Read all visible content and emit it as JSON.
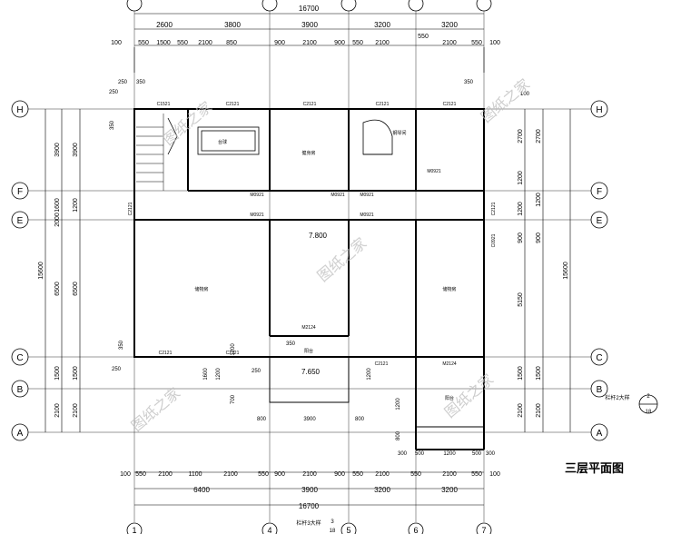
{
  "drawing": {
    "title": "三层平面图",
    "watermark": "图纸之家",
    "top_total": "16700",
    "bottom_total": "16700",
    "top_row1": [
      "2600",
      "3800",
      "3900",
      "3200",
      "3200"
    ],
    "top_row2": [
      "100",
      "550",
      "1500",
      "550",
      "2100",
      "850",
      "900",
      "2100",
      "900",
      "550",
      "2100",
      "550",
      "2100",
      "550",
      "100"
    ],
    "bottom_row1": [
      "100",
      "550",
      "2100",
      "1100",
      "2100",
      "550",
      "900",
      "2100",
      "900",
      "550",
      "2100",
      "550",
      "2100",
      "550",
      "100"
    ],
    "bottom_row2": [
      "6400",
      "3900",
      "3200",
      "3200"
    ],
    "left_outer": "15600",
    "left_mid": [
      "3900",
      "1600",
      "2000",
      "6500",
      "1500",
      "2100"
    ],
    "left_inner": [
      "3900",
      "1200",
      "6500",
      "1500",
      "2100"
    ],
    "right_outer": "15600",
    "right_mid": [
      "2700",
      "1200",
      "1200",
      "900",
      "5150",
      "1500",
      "2100"
    ],
    "right_inner": [
      "2700",
      "1200",
      "900",
      "1500",
      "2100"
    ],
    "small_dims": [
      "250",
      "350",
      "250",
      "350",
      "350",
      "100",
      "350",
      "250",
      "1200",
      "1600",
      "1200",
      "700",
      "350",
      "250",
      "1200",
      "800",
      "3900",
      "800",
      "300",
      "500",
      "1200",
      "500",
      "300",
      "800",
      "1200"
    ],
    "grid_rows": [
      "H",
      "F",
      "E",
      "C",
      "B",
      "A"
    ],
    "grid_cols": [
      "1",
      "4",
      "5",
      "6",
      "7"
    ],
    "rooms": [
      "台球",
      "健身房",
      "钢琴间",
      "储物房",
      "储物房",
      "阳台",
      "阳台"
    ],
    "levels": [
      "7.800",
      "7.650"
    ],
    "doors": [
      "M0921",
      "M0921",
      "M0921",
      "M0921",
      "M0921",
      "M0921",
      "M2124",
      "M2124"
    ],
    "windows": [
      "C1521",
      "C2121",
      "C2121",
      "C2121",
      "C2121",
      "C2121",
      "C2121",
      "C2121",
      "C2121",
      "C0921",
      "C2121"
    ],
    "callouts": [
      "栏杆2大样",
      "2",
      "18",
      "栏杆3大样",
      "3",
      "18"
    ]
  }
}
